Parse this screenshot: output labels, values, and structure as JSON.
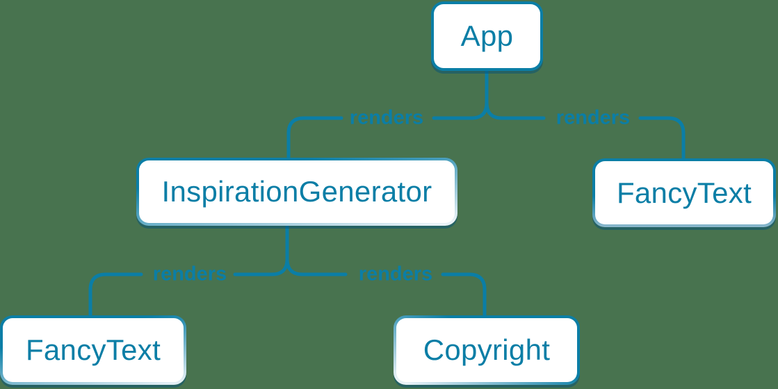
{
  "diagram": {
    "type": "tree",
    "description": "Component render tree",
    "background_color": "#48734f",
    "accent_color": "#0b7ea6",
    "node_fill_color": "#ffffff",
    "nodes": [
      {
        "id": "app",
        "label": "App"
      },
      {
        "id": "inspiration-generator",
        "label": "InspirationGenerator"
      },
      {
        "id": "fancy-text-top",
        "label": "FancyText"
      },
      {
        "id": "fancy-text-bottom",
        "label": "FancyText"
      },
      {
        "id": "copyright",
        "label": "Copyright"
      }
    ],
    "edges": [
      {
        "from": "App",
        "to": "InspirationGenerator",
        "label": "renders"
      },
      {
        "from": "App",
        "to": "FancyText",
        "label": "renders"
      },
      {
        "from": "InspirationGenerator",
        "to": "FancyText",
        "label": "renders"
      },
      {
        "from": "InspirationGenerator",
        "to": "Copyright",
        "label": "renders"
      }
    ]
  }
}
